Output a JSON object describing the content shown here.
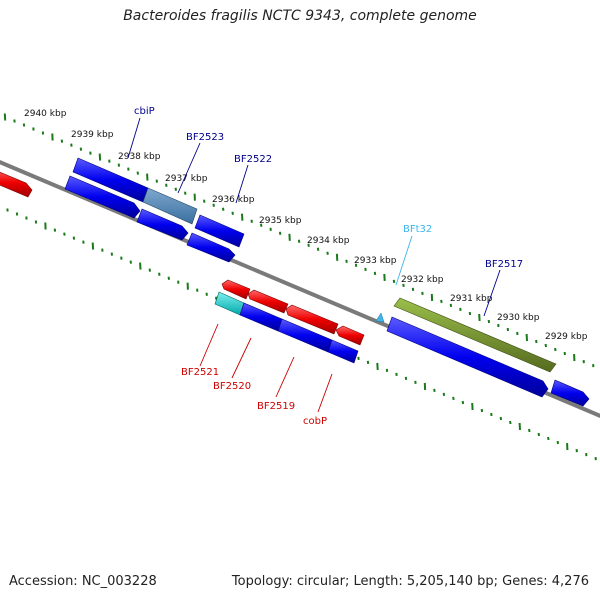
{
  "title": "Bacteroides fragilis NCTC 9343, complete genome",
  "footer": {
    "accession": "Accession: NC_003228",
    "summary": "Topology: circular; Length: 5,205,140 bp; Genes: 4,276"
  },
  "ticks": [
    {
      "label": "2940 kbp",
      "kbp": 2940
    },
    {
      "label": "2939 kbp",
      "kbp": 2939
    },
    {
      "label": "2938 kbp",
      "kbp": 2938
    },
    {
      "label": "2937 kbp",
      "kbp": 2937
    },
    {
      "label": "2936 kbp",
      "kbp": 2936
    },
    {
      "label": "2935 kbp",
      "kbp": 2935
    },
    {
      "label": "2934 kbp",
      "kbp": 2934
    },
    {
      "label": "2933 kbp",
      "kbp": 2933
    },
    {
      "label": "2932 kbp",
      "kbp": 2932
    },
    {
      "label": "2931 kbp",
      "kbp": 2931
    },
    {
      "label": "2930 kbp",
      "kbp": 2930
    },
    {
      "label": "2929 kbp",
      "kbp": 2929
    }
  ],
  "gene_labels": {
    "cbiP": "cbiP",
    "BF2523": "BF2523",
    "BF2522": "BF2522",
    "BFt32": "BFt32",
    "BF2517": "BF2517",
    "BF2521": "BF2521",
    "BF2520": "BF2520",
    "BF2519": "BF2519",
    "cobP": "cobP"
  },
  "colors": {
    "cds": "#0000ee",
    "gene": "#ee0000",
    "cds_highlight": "#4682b4",
    "tRNA": "#00c8c8",
    "repeat": "#6b8e23",
    "backbone": "#808080",
    "tick": "#1a7a1a",
    "label_blue": "#00008b",
    "label_red": "#cc0000",
    "label_cyan": "#3fb5e8"
  }
}
